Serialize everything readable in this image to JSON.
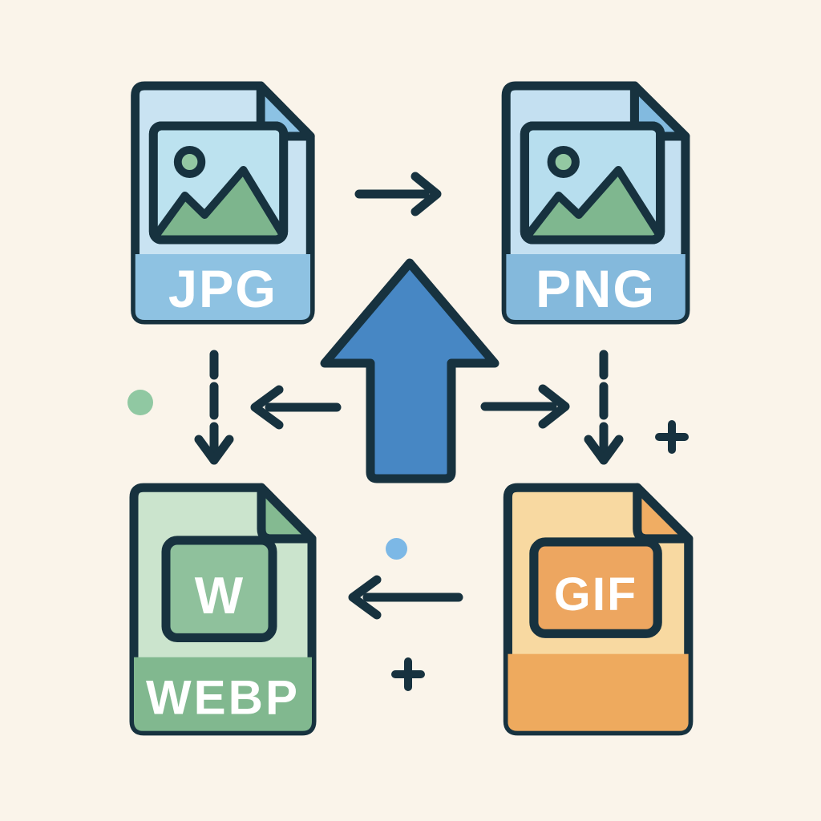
{
  "colors": {
    "bg": "#faf4ea",
    "outline": "#17323f",
    "big_arrow_fill": "#4787c4",
    "dot_green": "#90c8a2",
    "dot_blue": "#7cb8e6"
  },
  "nodes": {
    "jpg": {
      "label": "JPG",
      "position": "top-left",
      "type": "image-file-icon",
      "body_color": "#c9e3f2",
      "band_color": "#8ec2e2",
      "fold_color": "#8cc2e4",
      "thumb_bg_color": "#bce2ef",
      "sun_color": "#93c8a2",
      "mountain_color": "#7db58d"
    },
    "png": {
      "label": "PNG",
      "position": "top-right",
      "type": "image-file-icon",
      "body_color": "#c4e0f1",
      "band_color": "#84b9dc",
      "fold_color": "#82badf",
      "thumb_bg_color": "#b7deee",
      "sun_color": "#93c8a2",
      "mountain_color": "#7fb78f"
    },
    "webp": {
      "label": "WEBP",
      "badge": "W",
      "position": "bottom-left",
      "type": "file-icon",
      "body_color": "#cbe4cd",
      "band_color": "#81b88f",
      "fold_color": "#84ba91",
      "badge_bg_color": "#8fc19c"
    },
    "gif": {
      "label": "GIF",
      "position": "bottom-right",
      "type": "file-icon",
      "body_color": "#f8d9a1",
      "band_color": "#eeaa5e",
      "fold_color": "#f0ad63",
      "badge_bg_color": "#eda660"
    }
  },
  "connectors": [
    {
      "id": "arrow-jpg-to-png",
      "style": "solid",
      "direction": "right"
    },
    {
      "id": "big-upload-arrow",
      "style": "filled",
      "direction": "up"
    },
    {
      "id": "arrow-into-webp",
      "style": "solid",
      "direction": "left"
    },
    {
      "id": "arrow-into-gif",
      "style": "solid",
      "direction": "right"
    },
    {
      "id": "dashed-arrow-jpg-down",
      "style": "dashed",
      "direction": "down"
    },
    {
      "id": "dashed-arrow-png-down",
      "style": "dashed",
      "direction": "down"
    },
    {
      "id": "arrow-gif-to-webp",
      "style": "solid",
      "direction": "left"
    }
  ],
  "decorations": [
    {
      "id": "green-dot"
    },
    {
      "id": "blue-dot"
    },
    {
      "id": "plus-right"
    },
    {
      "id": "plus-bottom"
    }
  ]
}
